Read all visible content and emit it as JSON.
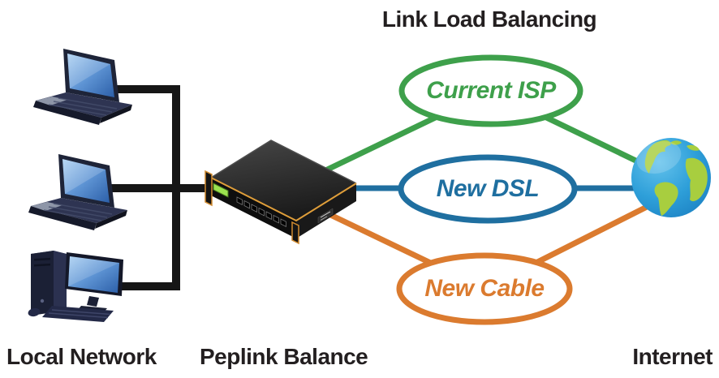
{
  "title": "Link Load Balancing",
  "captions": {
    "local_network": "Local Network",
    "balancer": "Peplink Balance",
    "internet": "Internet"
  },
  "wan_links": [
    {
      "label": "Current ISP",
      "color": "#3EA04B"
    },
    {
      "label": "New DSL",
      "color": "#1F6FA0"
    },
    {
      "label": "New Cable",
      "color": "#DB7B2F"
    }
  ],
  "icons": {
    "laptop": "laptop-icon",
    "desktop": "desktop-computer-icon",
    "router": "peplink-router-icon",
    "globe": "internet-globe-icon"
  },
  "colors": {
    "green": "#3EA04B",
    "blue": "#1F6FA0",
    "orange": "#DB7B2F",
    "cable": "#161616",
    "text": "#231F20",
    "globe_ocean": "#2B9FD8",
    "globe_land": "#A8CE3F"
  }
}
